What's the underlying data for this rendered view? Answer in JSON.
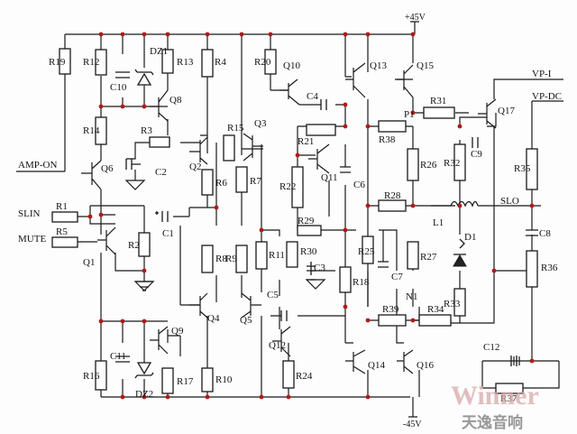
{
  "supplies": {
    "positive": "+45V",
    "negative": "-45V"
  },
  "signals": {
    "amp_on": "AMP-ON",
    "slin": "SLIN",
    "mute": "MUTE",
    "vp_i": "VP-I",
    "vp_dc": "VP-DC",
    "slo": "SLO"
  },
  "resistors": {
    "r1": "R1",
    "r2": "R2",
    "r3": "R3",
    "r4": "R4",
    "r5": "R5",
    "r6": "R6",
    "r7": "R7",
    "r8": "R8",
    "r9": "R9",
    "r10": "R10",
    "r11": "R11",
    "r12": "R12",
    "r13": "R13",
    "r14": "R14",
    "r15": "R15",
    "r16": "R16",
    "r17": "R17",
    "r18": "R18",
    "r19": "R19",
    "r20": "R20",
    "r21": "R21",
    "r22": "R22",
    "r24": "R24",
    "r25": "R25",
    "r26": "R26",
    "r27": "R27",
    "r28": "R28",
    "r29": "R29",
    "r30": "R30",
    "r31": "R31",
    "r32": "R32",
    "r33": "R33",
    "r34": "R34",
    "r35": "R35",
    "r36": "R36",
    "r37": "R37",
    "r38": "R38",
    "r39": "R39"
  },
  "capacitors": {
    "c1": "C1",
    "c2": "C2",
    "c3": "C3",
    "c4": "C4",
    "c5": "C5",
    "c6": "C6",
    "c7": "C7",
    "c8": "C8",
    "c9": "C9",
    "c10": "C10",
    "c11": "C11",
    "c12": "C12"
  },
  "transistors": {
    "q1": "Q1",
    "q2": "Q2",
    "q3": "Q3",
    "q4": "Q4",
    "q5": "Q5",
    "q6": "Q6",
    "q8": "Q8",
    "q9": "Q9",
    "q10": "Q10",
    "q11": "Q11",
    "q12": "Q12",
    "q13": "Q13",
    "q14": "Q14",
    "q15": "Q15",
    "q16": "Q16",
    "q17": "Q17"
  },
  "diodes": {
    "dz1": "DZ1",
    "dz2": "DZ2",
    "d1": "D1"
  },
  "inductors": {
    "l1": "L1"
  },
  "marks": {
    "p1": "P1",
    "n1": "N1"
  },
  "watermark": {
    "brand": "Winner",
    "chinese": "天逸音响"
  },
  "colors": {
    "wire": "#1a1a1a",
    "junction": "#b11a1a",
    "watermark_brand": "#d9a8a8"
  }
}
